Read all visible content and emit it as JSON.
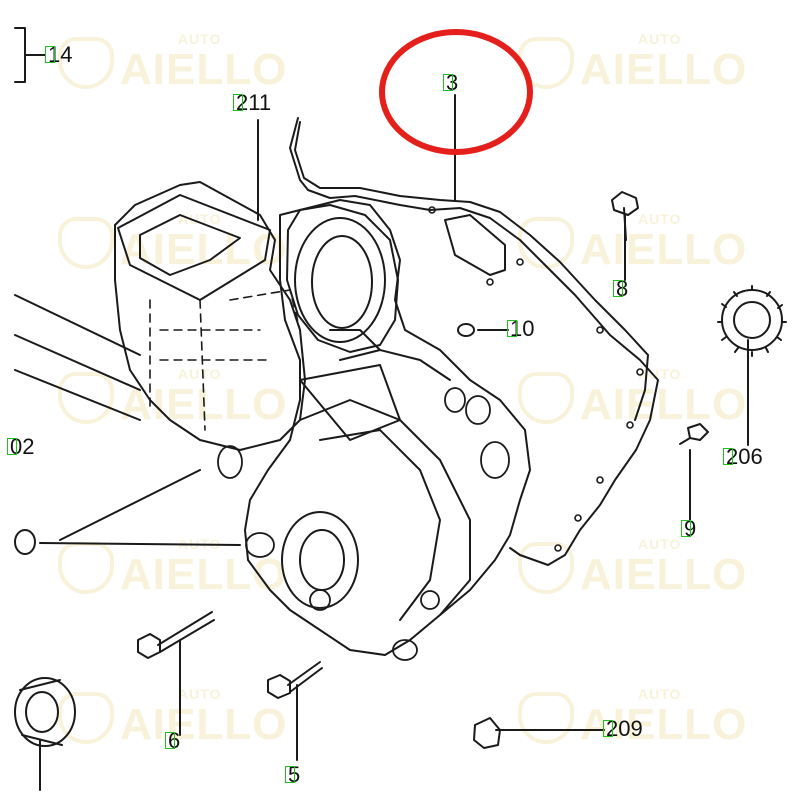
{
  "diagram": {
    "callouts": [
      {
        "id": "14",
        "label": "14"
      },
      {
        "id": "3",
        "label": "3"
      },
      {
        "id": "211",
        "label": "211"
      },
      {
        "id": "8",
        "label": "8"
      },
      {
        "id": "10",
        "label": "10"
      },
      {
        "id": "02",
        "label": "02"
      },
      {
        "id": "206",
        "label": "206"
      },
      {
        "id": "9",
        "label": "9"
      },
      {
        "id": "6",
        "label": "6"
      },
      {
        "id": "5",
        "label": "5"
      },
      {
        "id": "209",
        "label": "209"
      }
    ],
    "highlight": {
      "target": "3",
      "color": "#e3201b"
    },
    "callout_marker_color": "#1fbf1f",
    "line_color": "#1a1a1a"
  },
  "watermark": {
    "brand": "AIELLO",
    "prefix": "AUTO",
    "color": "#e1d278"
  }
}
